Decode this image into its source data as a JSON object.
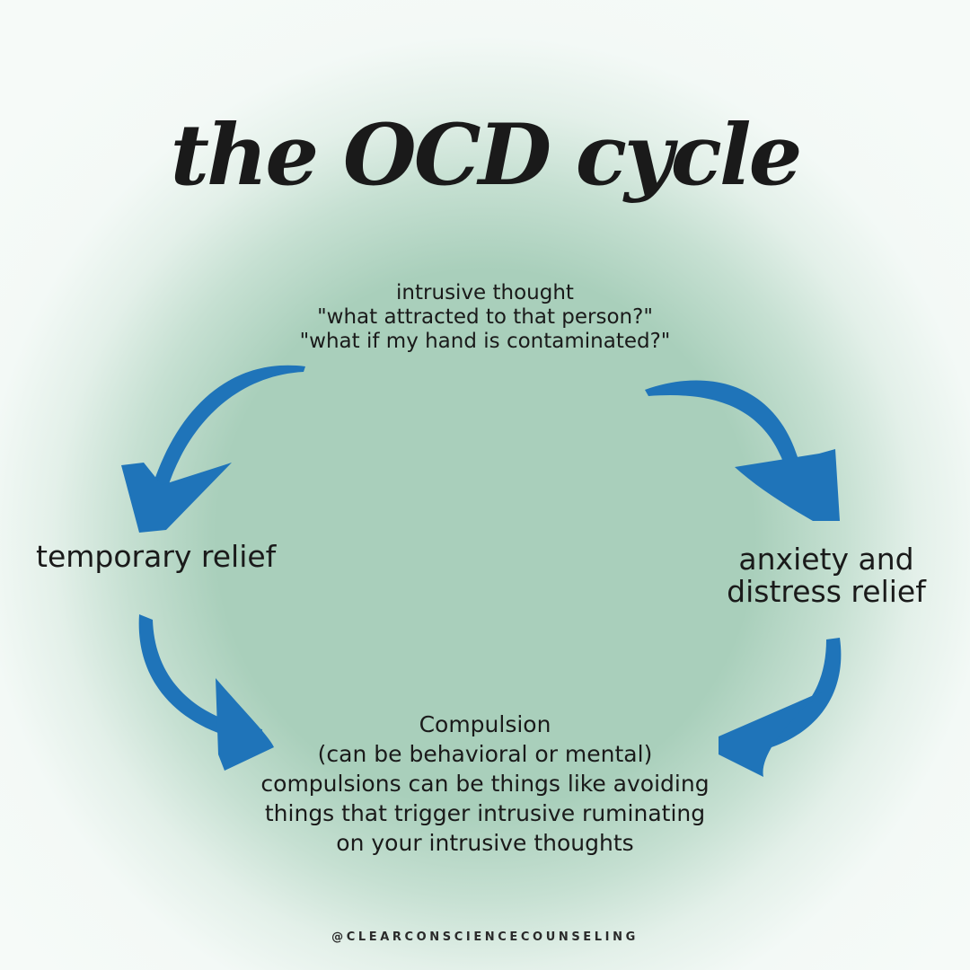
{
  "title": "the OCD cycle",
  "nodes": {
    "top": [
      "intrusive thought",
      "\"what attracted to that person?\"",
      "\"what if my hand is contaminated?\""
    ],
    "right": [
      "anxiety and",
      "distress relief"
    ],
    "bottom": [
      "Compulsion",
      "(can be behavioral or mental)",
      "compulsions can be things like avoiding",
      "things that trigger intrusive ruminating",
      "on your intrusive thoughts"
    ],
    "left": [
      "temporary relief"
    ]
  },
  "footer": "@CLEARCONSCIENCECOUNSELING",
  "colors": {
    "arrow": "#1f74b9",
    "text": "#1a1a1a",
    "center_green": "#a9cfbb"
  }
}
